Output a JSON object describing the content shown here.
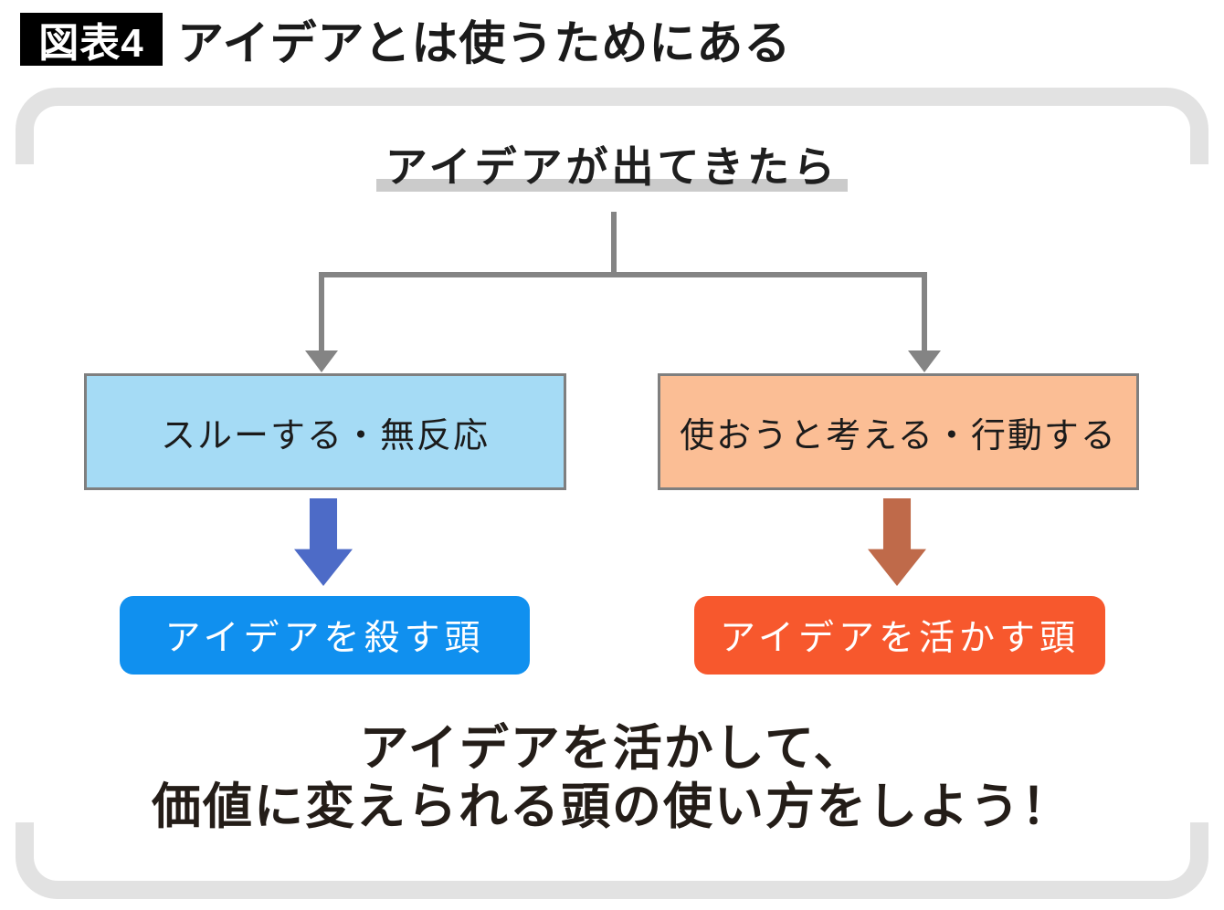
{
  "header": {
    "badge_label": "図表4",
    "title": "アイデアとは使うためにある"
  },
  "tree": {
    "root_label": "アイデアが出てきたら",
    "branches": [
      {
        "condition": "スルーする・無反応",
        "result": "アイデアを殺す頭"
      },
      {
        "condition": "使おうと考える・行動する",
        "result": "アイデアを活かす頭"
      }
    ]
  },
  "conclusion": {
    "line1": "アイデアを活かして、",
    "line2": "価値に変えられる頭の使い方をしよう！"
  },
  "colors": {
    "badge-bg": "#000000",
    "text-dark": "#1c1c1c",
    "frame-gray": "#e2e2e2",
    "connector-gray": "#848484",
    "highlight-band": "#cbcbcb",
    "condition-left-bg": "#a5dbf5",
    "condition-right-bg": "#fbbe95",
    "condition-border": "#7f7f7f",
    "arrow-left": "#4d6bc7",
    "arrow-right": "#bf6a4a",
    "result-left-bg": "#1090ef",
    "result-right-bg": "#f7582d"
  }
}
